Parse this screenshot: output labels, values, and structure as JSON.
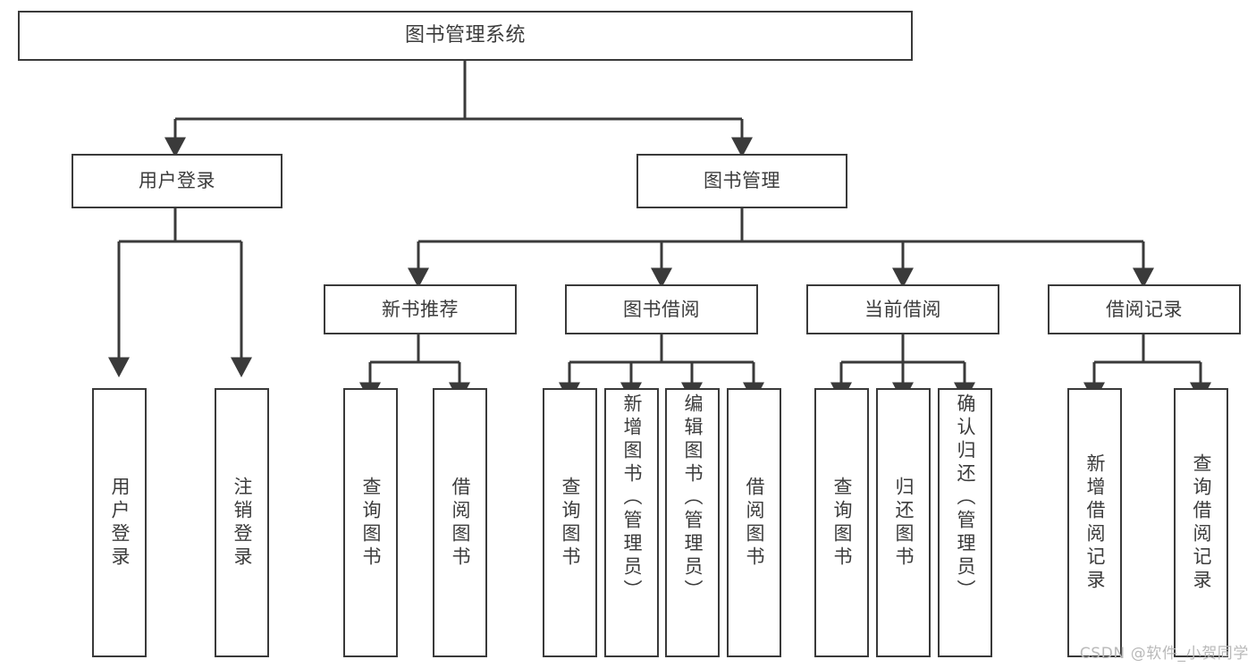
{
  "diagram": {
    "title": "图书管理系统",
    "type": "tree-hierarchy",
    "watermark": "CSDN @软件_小贺同学",
    "colors": {
      "stroke": "#3a3a3a",
      "text": "#3c3c3c",
      "background": "#ffffff",
      "watermark": "#b9b9b9"
    },
    "levels": {
      "root": "图书管理系统",
      "level2": [
        "用户登录",
        "图书管理"
      ],
      "level3": [
        "新书推荐",
        "图书借阅",
        "当前借阅",
        "借阅记录"
      ]
    },
    "nodes": {
      "root": {
        "label": "图书管理系统",
        "orientation": "horizontal"
      },
      "user_login": {
        "label": "用户登录",
        "orientation": "horizontal"
      },
      "book_mgmt": {
        "label": "图书管理",
        "orientation": "horizontal"
      },
      "new_book_rec": {
        "label": "新书推荐",
        "orientation": "horizontal"
      },
      "book_borrow": {
        "label": "图书借阅",
        "orientation": "horizontal"
      },
      "current_borrow": {
        "label": "当前借阅",
        "orientation": "horizontal"
      },
      "borrow_record": {
        "label": "借阅记录",
        "orientation": "horizontal"
      },
      "leaf_user_login": {
        "label": "用户登录",
        "orientation": "vertical"
      },
      "leaf_logout": {
        "label": "注销登录",
        "orientation": "vertical"
      },
      "leaf_query_book_1": {
        "label": "查询图书",
        "orientation": "vertical"
      },
      "leaf_borrow_book_1": {
        "label": "借阅图书",
        "orientation": "vertical"
      },
      "leaf_query_book_2": {
        "label": "查询图书",
        "orientation": "vertical"
      },
      "leaf_add_book": {
        "label": "新增图书（管理员）",
        "orientation": "vertical"
      },
      "leaf_edit_book": {
        "label": "编辑图书（管理员）",
        "orientation": "vertical"
      },
      "leaf_borrow_book_2": {
        "label": "借阅图书",
        "orientation": "vertical"
      },
      "leaf_query_book_3": {
        "label": "查询图书",
        "orientation": "vertical"
      },
      "leaf_return_book": {
        "label": "归还图书",
        "orientation": "vertical"
      },
      "leaf_confirm_return": {
        "label": "确认归还（管理员）",
        "orientation": "vertical"
      },
      "leaf_add_record": {
        "label": "新增借阅记录",
        "orientation": "vertical"
      },
      "leaf_query_record": {
        "label": "查询借阅记录",
        "orientation": "vertical"
      }
    },
    "edges": [
      {
        "from": "root",
        "to": "user_login"
      },
      {
        "from": "root",
        "to": "book_mgmt"
      },
      {
        "from": "user_login",
        "to": "leaf_user_login"
      },
      {
        "from": "user_login",
        "to": "leaf_logout"
      },
      {
        "from": "book_mgmt",
        "to": "new_book_rec"
      },
      {
        "from": "book_mgmt",
        "to": "book_borrow"
      },
      {
        "from": "book_mgmt",
        "to": "current_borrow"
      },
      {
        "from": "book_mgmt",
        "to": "borrow_record"
      },
      {
        "from": "new_book_rec",
        "to": "leaf_query_book_1"
      },
      {
        "from": "new_book_rec",
        "to": "leaf_borrow_book_1"
      },
      {
        "from": "book_borrow",
        "to": "leaf_query_book_2"
      },
      {
        "from": "book_borrow",
        "to": "leaf_add_book"
      },
      {
        "from": "book_borrow",
        "to": "leaf_edit_book"
      },
      {
        "from": "book_borrow",
        "to": "leaf_borrow_book_2"
      },
      {
        "from": "current_borrow",
        "to": "leaf_query_book_3"
      },
      {
        "from": "current_borrow",
        "to": "leaf_return_book"
      },
      {
        "from": "current_borrow",
        "to": "leaf_confirm_return"
      },
      {
        "from": "borrow_record",
        "to": "leaf_add_record"
      },
      {
        "from": "borrow_record",
        "to": "leaf_query_record"
      }
    ]
  }
}
